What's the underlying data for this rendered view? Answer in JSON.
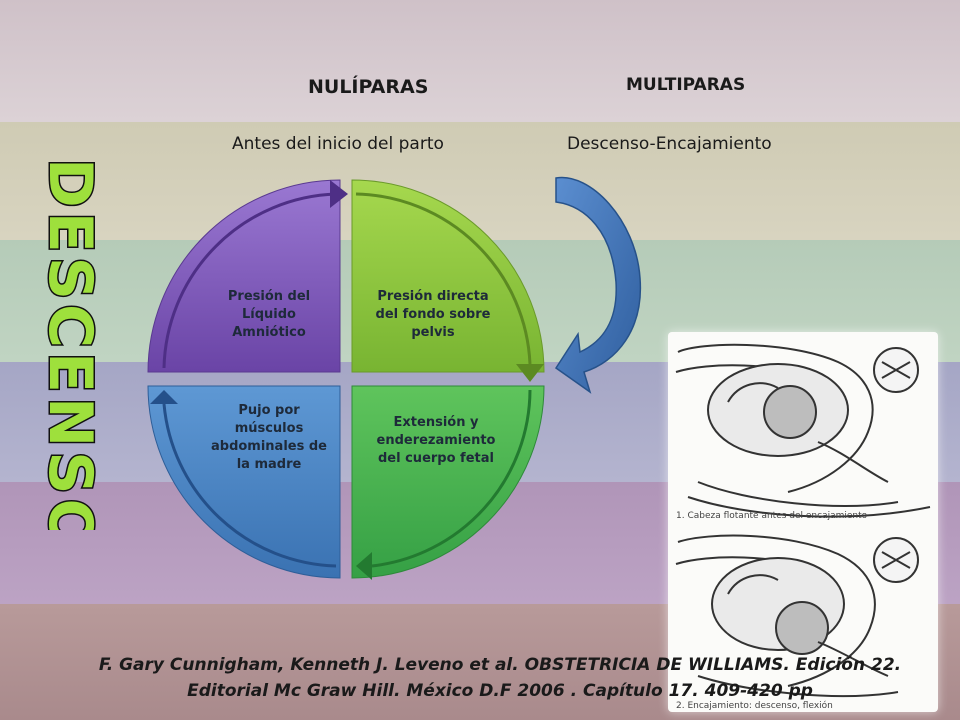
{
  "headers": {
    "nuliparas": "NULÍPARAS",
    "multiparas": "MULTIPARAS",
    "nuliparas_sub": "Antes del inicio del parto",
    "multiparas_sub": "Descenso-Encajamiento"
  },
  "vertical_title": "DESCENSO",
  "cycle": {
    "top_left": "Presión del Líquido Amniótico",
    "top_right": "Presión directa del fondo sobre pelvis",
    "bottom_right": "Extensión y enderezamiento del cuerpo fetal",
    "bottom_left": "Pujo  por músculos abdominales de la madre"
  },
  "illustration": {
    "caption_1": "1. Cabeza flotante antes del encajamiento",
    "caption_2": "2. Encajamiento: descenso, flexión"
  },
  "citation": {
    "line1": "F. Gary Cunnigham, Kenneth J. Leveno et al. OBSTETRICIA DE WILLIAMS. Edición 22.",
    "line2": "Editorial Mc Graw Hill. México D.F 2006 . Capítulo 17. 409-420 pp"
  },
  "colors": {
    "purple": "#7b55b5",
    "green_light": "#8cc63e",
    "green": "#4bb04a",
    "blue": "#4a82c0",
    "arrow_blue": "#3c6eb0",
    "title_green": "#9ee03c"
  }
}
